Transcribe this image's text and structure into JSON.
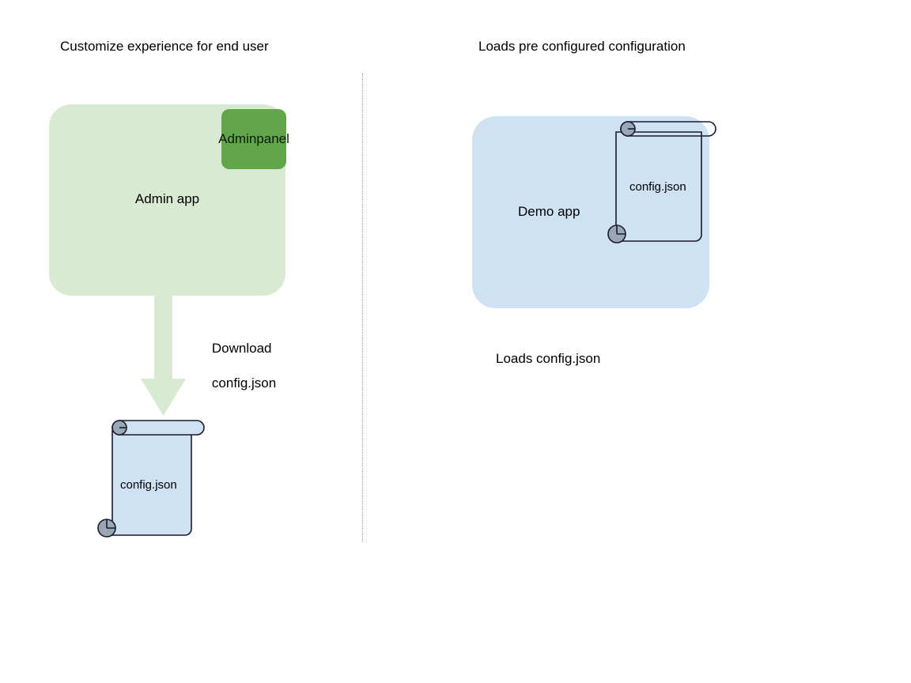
{
  "diagram": {
    "type": "flow-diagram",
    "columns": [
      {
        "title": "Customize experience for end user",
        "nodes": [
          "Admin app",
          "Admin panel",
          "config.json"
        ],
        "edges": [
          "Download config.json"
        ]
      },
      {
        "title": "Loads pre configured configuration",
        "nodes": [
          "Demo app",
          "config.json"
        ],
        "captions": [
          "Loads config.json"
        ]
      }
    ]
  },
  "left": {
    "title": "Customize experience for end user",
    "admin_app": {
      "label": "Admin app",
      "panel_label": "Admin\npanel",
      "panel_label_line1": "Admin",
      "panel_label_line2": "panel",
      "fill": "#d9ead3",
      "panel_fill": "#62a64c"
    },
    "arrow": {
      "label_line1": "Download",
      "label_line2": "config.json",
      "fill": "#d9ead3",
      "direction": "down"
    },
    "document": {
      "label": "config.json",
      "fill": "#cfe2f3",
      "stroke": "#1a1a2e",
      "curl_fill": "#9aa7b4"
    }
  },
  "right": {
    "title": "Loads pre configured configuration",
    "demo_app": {
      "label": "Demo app",
      "fill": "#cfe2f3"
    },
    "document": {
      "label": "config.json",
      "fill": "none",
      "stroke": "#1a1a2e",
      "curl_fill": "#9aa7b4"
    },
    "caption": "Loads config.json"
  },
  "divider": {
    "style": "dotted",
    "color": "#9a9a9a"
  }
}
